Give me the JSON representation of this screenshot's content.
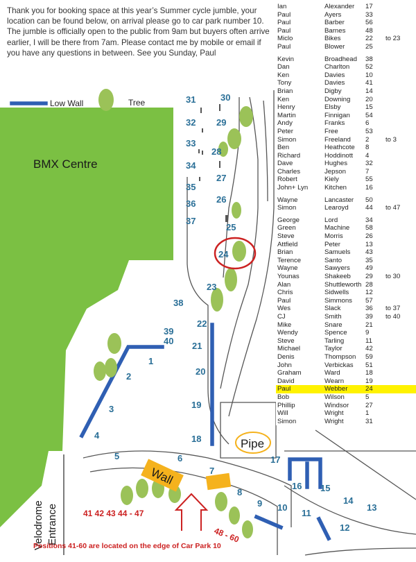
{
  "intro_text": "Thank you for booking space at this year’s Summer cycle jumble, your location can be found below, on arrival please go to car park number 10.  The jumble is officially open to the public from  9am but buyers often arrive earlier, I will be there from 7am.  Please contact me by mobile or email if you have any questions in between. See you Sunday,  Paul",
  "legend": {
    "wall_label": "Low Wall",
    "tree_label": "Tree"
  },
  "areas": {
    "bmx": "BMX Centre",
    "pipe": "Pipe",
    "wall_sign": "Wall",
    "velodrome_1": "Velodrome",
    "velodrome_2": "Entrance"
  },
  "footer_note": "Positions 41-60 are located on the edge of Car Park 10",
  "colors": {
    "green": "#7bc043",
    "tree": "#9bc258",
    "wall": "#2f5fb3",
    "number": "#2a6f97",
    "red": "#cc2222",
    "highlight": "#fff200",
    "orange": "#f5b21d"
  },
  "positions": [
    {
      "n": "30"
    },
    {
      "n": "31"
    },
    {
      "n": "32"
    },
    {
      "n": "29"
    },
    {
      "n": "33"
    },
    {
      "n": "28"
    },
    {
      "n": "34"
    },
    {
      "n": "27"
    },
    {
      "n": "35"
    },
    {
      "n": "26"
    },
    {
      "n": "36"
    },
    {
      "n": "37"
    },
    {
      "n": "25"
    },
    {
      "n": "24"
    },
    {
      "n": "23"
    },
    {
      "n": "38"
    },
    {
      "n": "22"
    },
    {
      "n": "39"
    },
    {
      "n": "40"
    },
    {
      "n": "21"
    },
    {
      "n": "1"
    },
    {
      "n": "2"
    },
    {
      "n": "20"
    },
    {
      "n": "3"
    },
    {
      "n": "19"
    },
    {
      "n": "4"
    },
    {
      "n": "18"
    },
    {
      "n": "5"
    },
    {
      "n": "6"
    },
    {
      "n": "17"
    },
    {
      "n": "7"
    },
    {
      "n": "16"
    },
    {
      "n": "15"
    },
    {
      "n": "8"
    },
    {
      "n": "14"
    },
    {
      "n": "13"
    },
    {
      "n": "9"
    },
    {
      "n": "10"
    },
    {
      "n": "11"
    },
    {
      "n": "12"
    }
  ],
  "red_labels": {
    "a": "41 42 43 44 - 47",
    "b": "48 - 60"
  },
  "roster": [
    {
      "first": "Ian",
      "last": "Alexander",
      "pos": "17",
      "to": ""
    },
    {
      "first": "Paul",
      "last": "Ayers",
      "pos": "33",
      "to": ""
    },
    {
      "first": "Paul",
      "last": "Barber",
      "pos": "56",
      "to": ""
    },
    {
      "first": "Paul",
      "last": "Barnes",
      "pos": "48",
      "to": ""
    },
    {
      "first": "Miclo",
      "last": "Bikes",
      "pos": "22",
      "to": "to  23"
    },
    {
      "first": "Paul",
      "last": "Blower",
      "pos": "25",
      "to": ""
    },
    {
      "first": "Kevin",
      "last": "Broadhead",
      "pos": "38",
      "to": ""
    },
    {
      "first": "Dan",
      "last": "Charlton",
      "pos": "52",
      "to": ""
    },
    {
      "first": "Ken",
      "last": "Davies",
      "pos": "10",
      "to": ""
    },
    {
      "first": "Tony",
      "last": "Davies",
      "pos": "41",
      "to": ""
    },
    {
      "first": "Brian",
      "last": "Digby",
      "pos": "14",
      "to": ""
    },
    {
      "first": "Ken",
      "last": "Downing",
      "pos": "20",
      "to": ""
    },
    {
      "first": "Henry",
      "last": "Elsby",
      "pos": "15",
      "to": ""
    },
    {
      "first": "Martin",
      "last": "Finnigan",
      "pos": "54",
      "to": ""
    },
    {
      "first": "Andy",
      "last": "Franks",
      "pos": "6",
      "to": ""
    },
    {
      "first": "Peter",
      "last": "Free",
      "pos": "53",
      "to": ""
    },
    {
      "first": "Simon",
      "last": "Freeland",
      "pos": "2",
      "to": "to  3"
    },
    {
      "first": "Ben",
      "last": "Heathcote",
      "pos": "8",
      "to": ""
    },
    {
      "first": "Richard",
      "last": "Hoddinott",
      "pos": "4",
      "to": ""
    },
    {
      "first": "Dave",
      "last": "Hughes",
      "pos": "32",
      "to": ""
    },
    {
      "first": "Charles",
      "last": "Jepson",
      "pos": "7",
      "to": ""
    },
    {
      "first": "Robert",
      "last": "Kiely",
      "pos": "55",
      "to": ""
    },
    {
      "first": "John+ Lyn",
      "last": "Kitchen",
      "pos": "16",
      "to": ""
    },
    {
      "first": "Wayne",
      "last": "Lancaster",
      "pos": "50",
      "to": ""
    },
    {
      "first": "Simon",
      "last": "Learoyd",
      "pos": "44",
      "to": "to  47"
    },
    {
      "first": "George",
      "last": "Lord",
      "pos": "34",
      "to": ""
    },
    {
      "first": "Green",
      "last": "Machine",
      "pos": "58",
      "to": ""
    },
    {
      "first": "Steve",
      "last": "Morris",
      "pos": "26",
      "to": ""
    },
    {
      "first": "Attfield",
      "last": "Peter",
      "pos": "13",
      "to": ""
    },
    {
      "first": "Brian",
      "last": "Samuels",
      "pos": "43",
      "to": ""
    },
    {
      "first": "Terence",
      "last": "Santo",
      "pos": "35",
      "to": ""
    },
    {
      "first": "Wayne",
      "last": "Sawyers",
      "pos": "49",
      "to": ""
    },
    {
      "first": "Younas",
      "last": "Shakeeb",
      "pos": "29",
      "to": "to  30"
    },
    {
      "first": "Alan",
      "last": "Shuttleworth",
      "pos": "28",
      "to": ""
    },
    {
      "first": "Chris",
      "last": "Sidwells",
      "pos": "12",
      "to": ""
    },
    {
      "first": "Paul",
      "last": "Simmons",
      "pos": "57",
      "to": ""
    },
    {
      "first": "Wes",
      "last": "Slack",
      "pos": "36",
      "to": "to  37"
    },
    {
      "first": "CJ",
      "last": "Smith",
      "pos": "39",
      "to": "to  40"
    },
    {
      "first": "Mike",
      "last": "Snare",
      "pos": "21",
      "to": ""
    },
    {
      "first": "Wendy",
      "last": "Spence",
      "pos": "9",
      "to": ""
    },
    {
      "first": "Steve",
      "last": "Tarling",
      "pos": "11",
      "to": ""
    },
    {
      "first": "Michael",
      "last": "Taylor",
      "pos": "42",
      "to": ""
    },
    {
      "first": "Denis",
      "last": "Thompson",
      "pos": "59",
      "to": ""
    },
    {
      "first": "John",
      "last": "Verbickas",
      "pos": "51",
      "to": ""
    },
    {
      "first": "Graham",
      "last": "Ward",
      "pos": "18",
      "to": ""
    },
    {
      "first": "David",
      "last": "Wearn",
      "pos": "19",
      "to": ""
    },
    {
      "first": "Paul",
      "last": "Webber",
      "pos": "24",
      "to": "",
      "highlight": true
    },
    {
      "first": "Bob",
      "last": "Wilson",
      "pos": "5",
      "to": ""
    },
    {
      "first": "Phillip",
      "last": "Windsor",
      "pos": "27",
      "to": ""
    },
    {
      "first": "Will",
      "last": "Wright",
      "pos": "1",
      "to": ""
    },
    {
      "first": "Simon",
      "last": "Wright",
      "pos": "31",
      "to": ""
    }
  ]
}
